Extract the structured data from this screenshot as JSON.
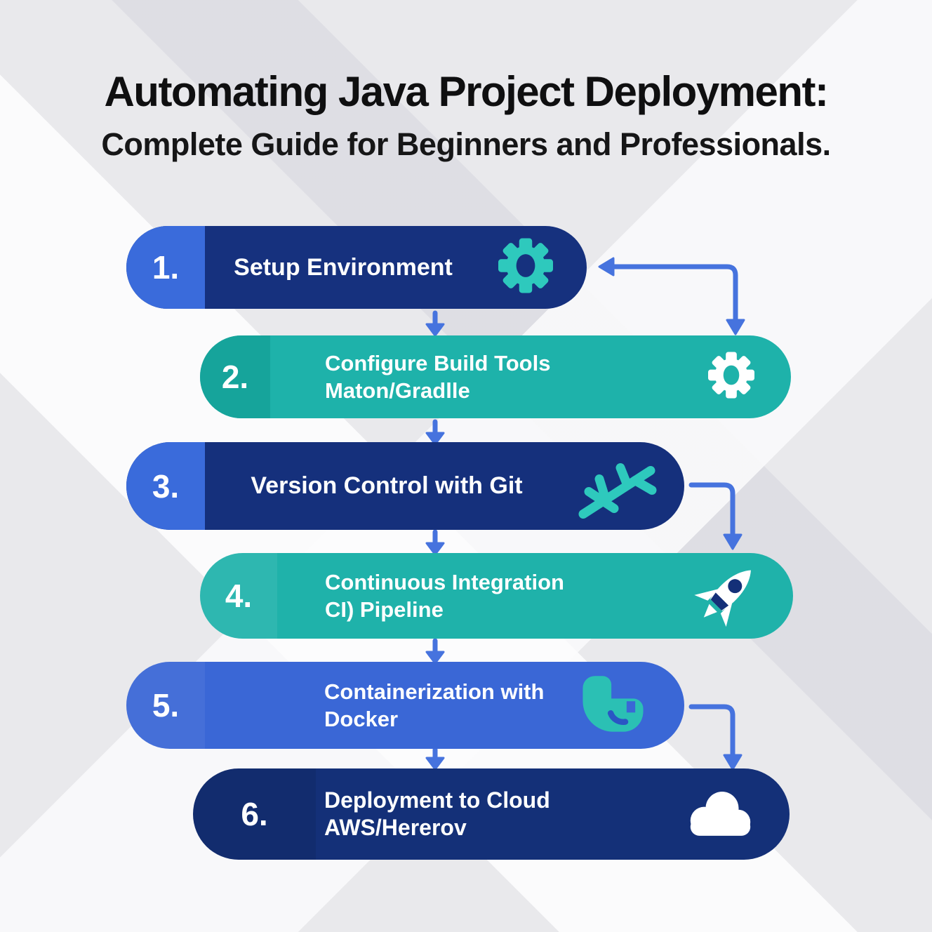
{
  "title": "Automating Java Project Deployment:",
  "subtitle": "Complete Guide for Beginners and Professionals.",
  "steps": [
    {
      "number": "1.",
      "line1": "Setup Environment",
      "line2": "",
      "icon": "gear-icon"
    },
    {
      "number": "2.",
      "line1": "Configure Build Tools",
      "line2": "Maton/Gradlle",
      "icon": "gear-icon"
    },
    {
      "number": "3.",
      "line1": "Version Control with Git",
      "line2": "",
      "icon": "git-branch-icon"
    },
    {
      "number": "4.",
      "line1": "Continuous Integration",
      "line2": "CI) Pipeline",
      "icon": "rocket-icon"
    },
    {
      "number": "5.",
      "line1": "Containerization with",
      "line2": "Docker",
      "icon": "docker-whale-icon"
    },
    {
      "number": "6.",
      "line1": "Deployment to Cloud",
      "line2": "AWS/Hererov",
      "icon": "cloud-icon"
    }
  ],
  "flow": {
    "connectors": [
      "step1-down-to-step2",
      "step1-right-elbow-to-step2",
      "step2-down-to-step3",
      "step3-down-to-step4",
      "step3-right-elbow-to-step4",
      "step4-down-to-step5",
      "step5-down-to-step6",
      "step5-right-elbow-to-step6"
    ]
  },
  "colors": {
    "navy": "#16317e",
    "teal": "#1eb2aa",
    "royal_blue": "#3a67d6",
    "number_blue": "#3a6bdb",
    "arrow_blue": "#4673de",
    "icon_teal": "#2ec9bd",
    "title_text": "#0f0f10",
    "background": "#e9e9ec"
  }
}
